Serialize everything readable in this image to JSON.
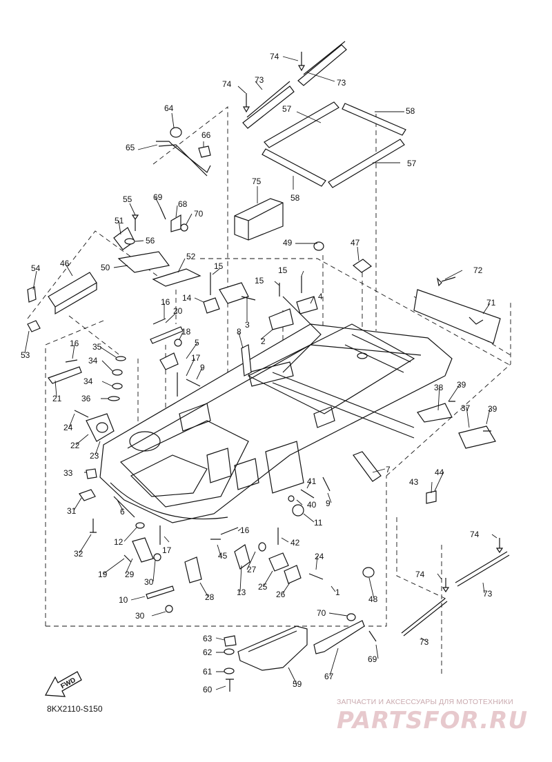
{
  "diagram": {
    "code": "8KX2110-S150",
    "fwd_label": "FWD",
    "callouts": [
      {
        "id": "c74a",
        "text": "74"
      },
      {
        "id": "c73a",
        "text": "73"
      },
      {
        "id": "c74b",
        "text": "74"
      },
      {
        "id": "c73b",
        "text": "73"
      },
      {
        "id": "c64",
        "text": "64"
      },
      {
        "id": "c57a",
        "text": "57"
      },
      {
        "id": "c58a",
        "text": "58"
      },
      {
        "id": "c66",
        "text": "66"
      },
      {
        "id": "c65",
        "text": "65"
      },
      {
        "id": "c57b",
        "text": "57"
      },
      {
        "id": "c75",
        "text": "75"
      },
      {
        "id": "c58b",
        "text": "58"
      },
      {
        "id": "c55",
        "text": "55"
      },
      {
        "id": "c69a",
        "text": "69"
      },
      {
        "id": "c68",
        "text": "68"
      },
      {
        "id": "c70a",
        "text": "70"
      },
      {
        "id": "c51",
        "text": "51"
      },
      {
        "id": "c56",
        "text": "56"
      },
      {
        "id": "c49",
        "text": "49"
      },
      {
        "id": "c47",
        "text": "47"
      },
      {
        "id": "c50",
        "text": "50"
      },
      {
        "id": "c52",
        "text": "52"
      },
      {
        "id": "c72",
        "text": "72"
      },
      {
        "id": "c54",
        "text": "54"
      },
      {
        "id": "c46",
        "text": "46"
      },
      {
        "id": "c15a",
        "text": "15"
      },
      {
        "id": "c15b",
        "text": "15"
      },
      {
        "id": "c15c",
        "text": "15"
      },
      {
        "id": "c71",
        "text": "71"
      },
      {
        "id": "c14",
        "text": "14"
      },
      {
        "id": "c4",
        "text": "4"
      },
      {
        "id": "c16a",
        "text": "16"
      },
      {
        "id": "c20",
        "text": "20"
      },
      {
        "id": "c3",
        "text": "3"
      },
      {
        "id": "c53",
        "text": "53"
      },
      {
        "id": "c18",
        "text": "18"
      },
      {
        "id": "c8",
        "text": "8"
      },
      {
        "id": "c2",
        "text": "2"
      },
      {
        "id": "c16b",
        "text": "16"
      },
      {
        "id": "c5",
        "text": "5"
      },
      {
        "id": "c35",
        "text": "35"
      },
      {
        "id": "c34a",
        "text": "34"
      },
      {
        "id": "c17a",
        "text": "17"
      },
      {
        "id": "c9a",
        "text": "9"
      },
      {
        "id": "c34b",
        "text": "34"
      },
      {
        "id": "c21",
        "text": "21"
      },
      {
        "id": "c36",
        "text": "36"
      },
      {
        "id": "c38",
        "text": "38"
      },
      {
        "id": "c39a",
        "text": "39"
      },
      {
        "id": "c24a",
        "text": "24"
      },
      {
        "id": "c37",
        "text": "37"
      },
      {
        "id": "c39b",
        "text": "39"
      },
      {
        "id": "c22",
        "text": "22"
      },
      {
        "id": "c23",
        "text": "23"
      },
      {
        "id": "c7",
        "text": "7"
      },
      {
        "id": "c33",
        "text": "33"
      },
      {
        "id": "c44",
        "text": "44"
      },
      {
        "id": "c41",
        "text": "41"
      },
      {
        "id": "c43",
        "text": "43"
      },
      {
        "id": "c31",
        "text": "31"
      },
      {
        "id": "c40",
        "text": "40"
      },
      {
        "id": "c9b",
        "text": "9"
      },
      {
        "id": "c6",
        "text": "6"
      },
      {
        "id": "c11",
        "text": "11"
      },
      {
        "id": "c12",
        "text": "12"
      },
      {
        "id": "c16c",
        "text": "16"
      },
      {
        "id": "c42",
        "text": "42"
      },
      {
        "id": "c17b",
        "text": "17"
      },
      {
        "id": "c74c",
        "text": "74"
      },
      {
        "id": "c32",
        "text": "32"
      },
      {
        "id": "c45",
        "text": "45"
      },
      {
        "id": "c24b",
        "text": "24"
      },
      {
        "id": "c27",
        "text": "27"
      },
      {
        "id": "c19",
        "text": "19"
      },
      {
        "id": "c29",
        "text": "29"
      },
      {
        "id": "c30a",
        "text": "30"
      },
      {
        "id": "c25",
        "text": "25"
      },
      {
        "id": "c74d",
        "text": "74"
      },
      {
        "id": "c13",
        "text": "13"
      },
      {
        "id": "c26",
        "text": "26"
      },
      {
        "id": "c1",
        "text": "1"
      },
      {
        "id": "c48",
        "text": "48"
      },
      {
        "id": "c73c",
        "text": "73"
      },
      {
        "id": "c28",
        "text": "28"
      },
      {
        "id": "c10",
        "text": "10"
      },
      {
        "id": "c30b",
        "text": "30"
      },
      {
        "id": "c70b",
        "text": "70"
      },
      {
        "id": "c73d",
        "text": "73"
      },
      {
        "id": "c63",
        "text": "63"
      },
      {
        "id": "c62",
        "text": "62"
      },
      {
        "id": "c69b",
        "text": "69"
      },
      {
        "id": "c61",
        "text": "61"
      },
      {
        "id": "c67",
        "text": "67"
      },
      {
        "id": "c59",
        "text": "59"
      },
      {
        "id": "c60",
        "text": "60"
      }
    ]
  },
  "watermark": {
    "caption": "ЗАПЧАСТИ И АКСЕССУАРЫ ДЛЯ МОТОТЕХНИКИ",
    "logo": "PARTSFOR.RU"
  }
}
